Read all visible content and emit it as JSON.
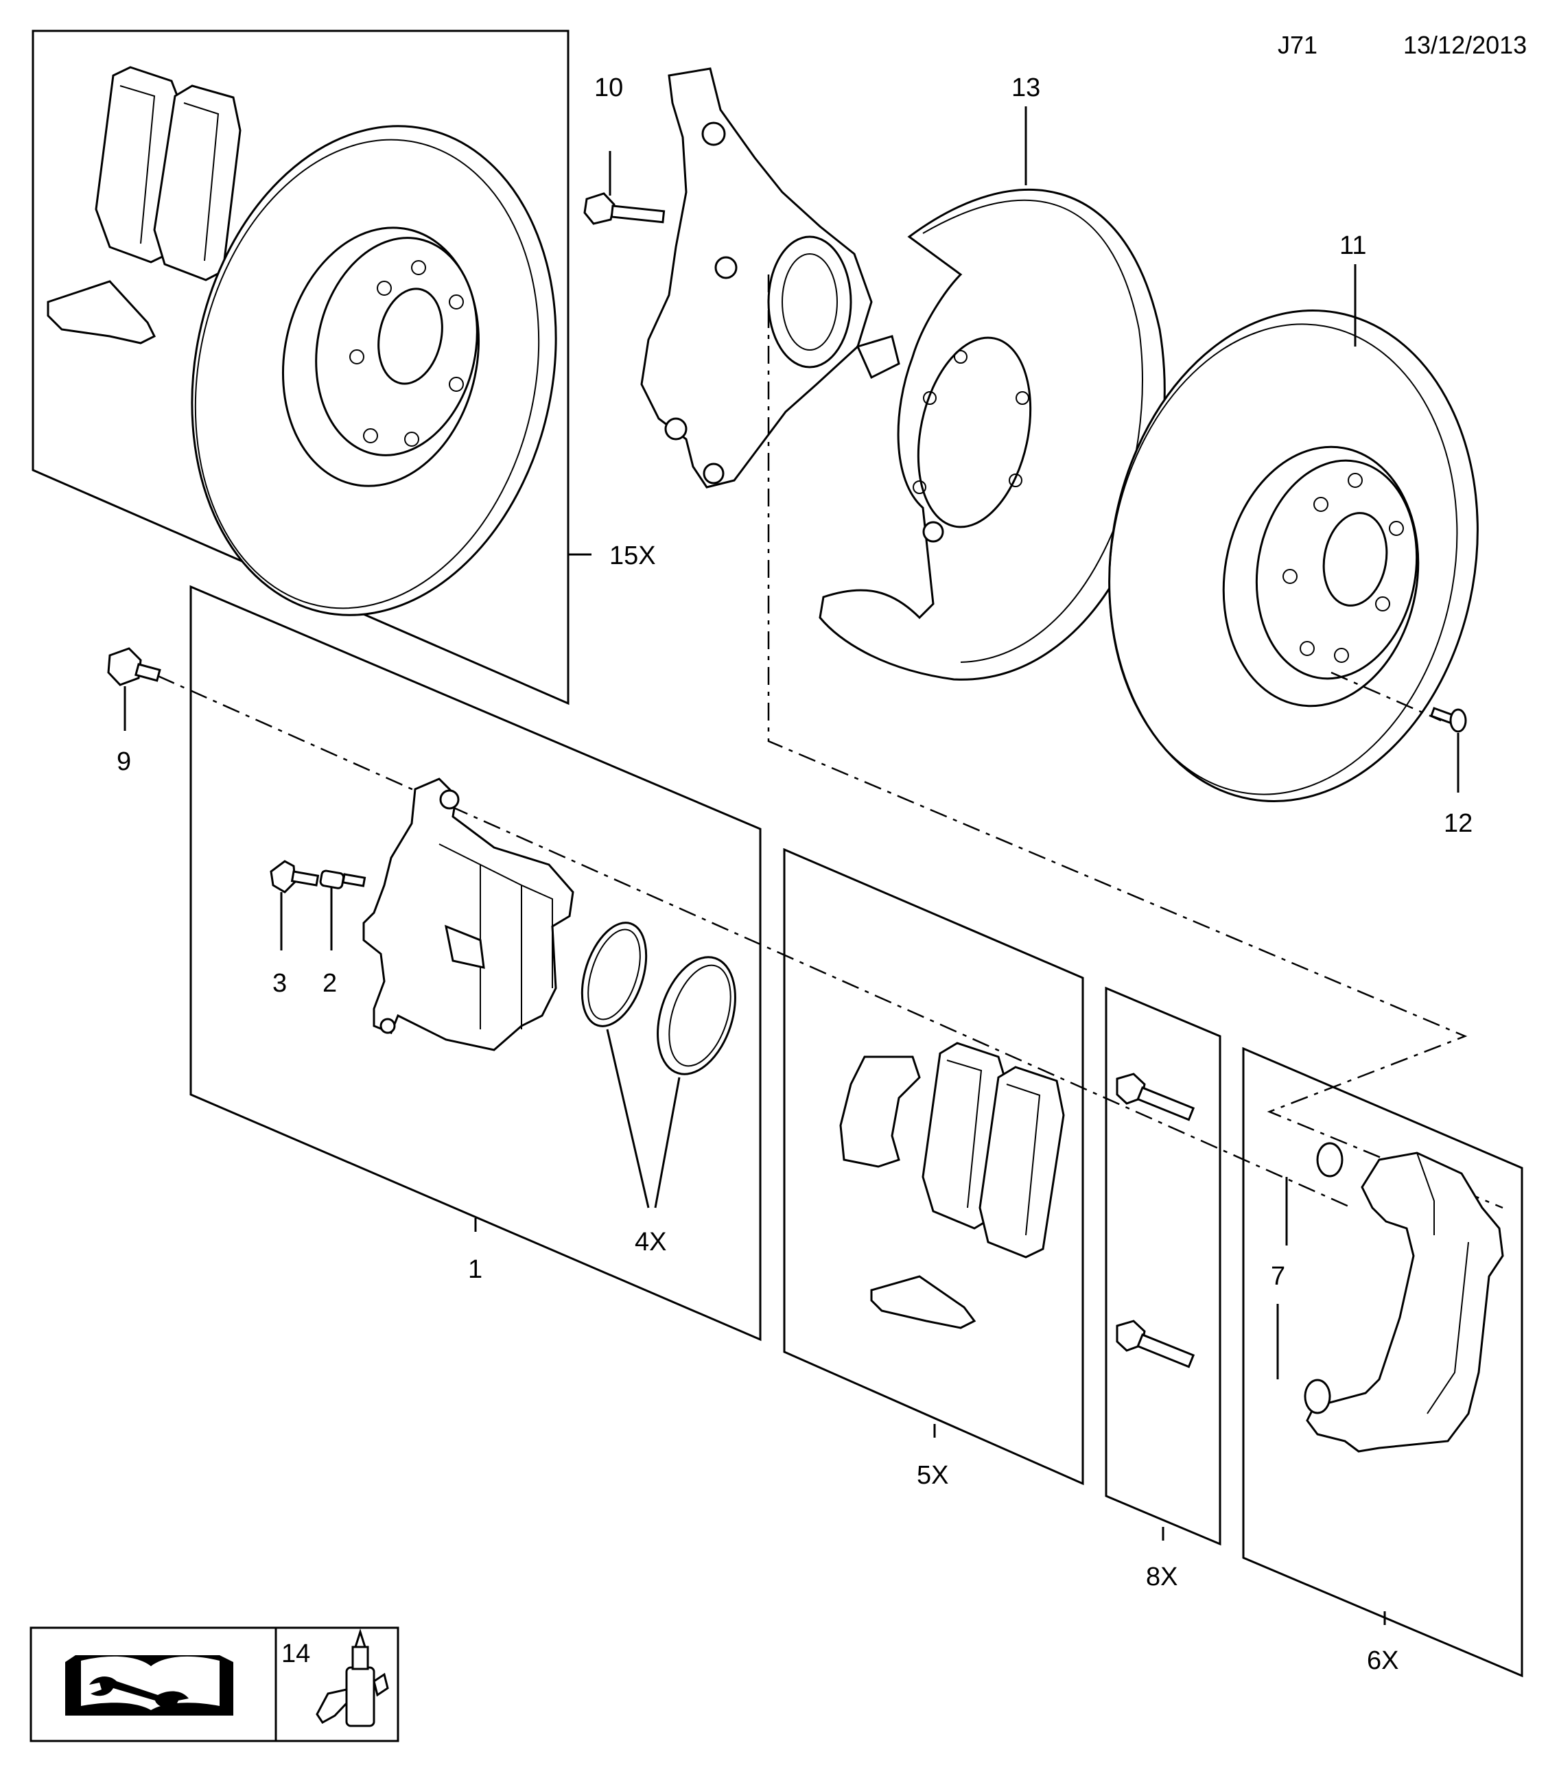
{
  "header": {
    "code": "J71",
    "date": "13/12/2013"
  },
  "callouts": {
    "caliper": "1",
    "bleed_screw": "2",
    "bleed_cap": "3",
    "seal_kit": "4X",
    "pad_set": "5X",
    "carrier": "6X",
    "bushing": "7",
    "guide_bolt": "8X",
    "bolt": "9",
    "knuckle_bolt": "10",
    "disc": "11",
    "disc_screw": "12",
    "splash_shield": "13",
    "compound": "14",
    "disc_pad_kit": "15X"
  },
  "legend": {
    "manual_icon": "book-wrench-icon",
    "compound_icon": "tube-icon"
  }
}
